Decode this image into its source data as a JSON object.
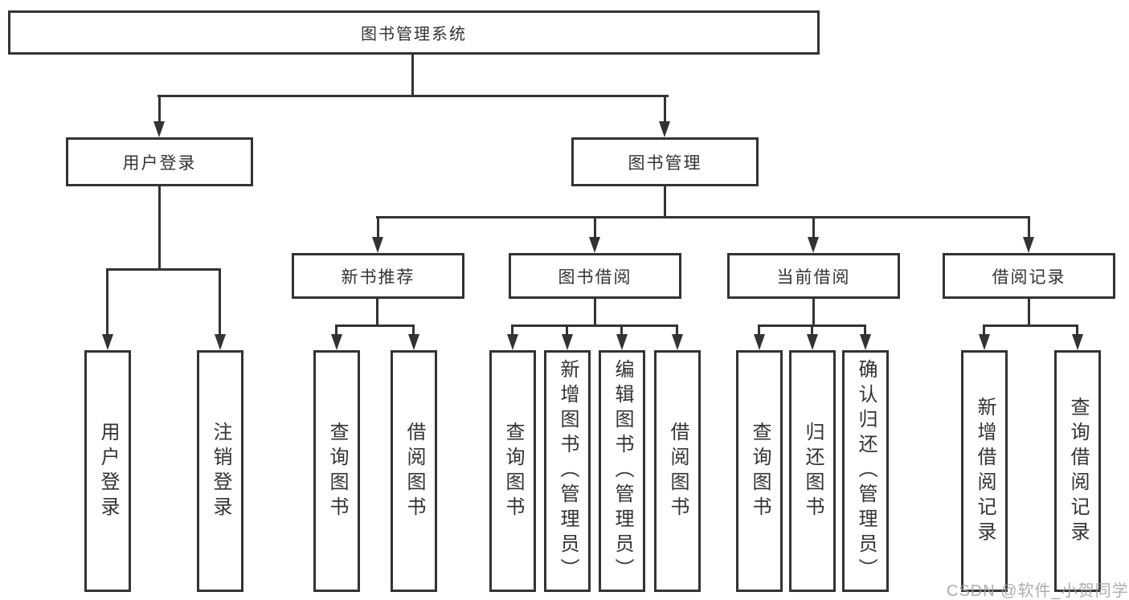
{
  "diagram": {
    "root": "图书管理系统",
    "level2": [
      "用户登录",
      "图书管理"
    ],
    "level3": [
      "新书推荐",
      "图书借阅",
      "当前借阅",
      "借阅记录"
    ],
    "leaves": [
      "用户登录",
      "注销登录",
      "查询图书",
      "借阅图书",
      "查询图书",
      "新增图书（管理员）",
      "编辑图书（管理员）",
      "借阅图书",
      "查询图书",
      "归还图书",
      "确认归还（管理员）",
      "新增借阅记录",
      "查询借阅记录"
    ]
  },
  "watermark": "CSDN @软件_小贺同学",
  "colors": {
    "line": "#333333",
    "text": "#333333",
    "background": "#ffffff",
    "watermark": "#9e9e9e"
  }
}
